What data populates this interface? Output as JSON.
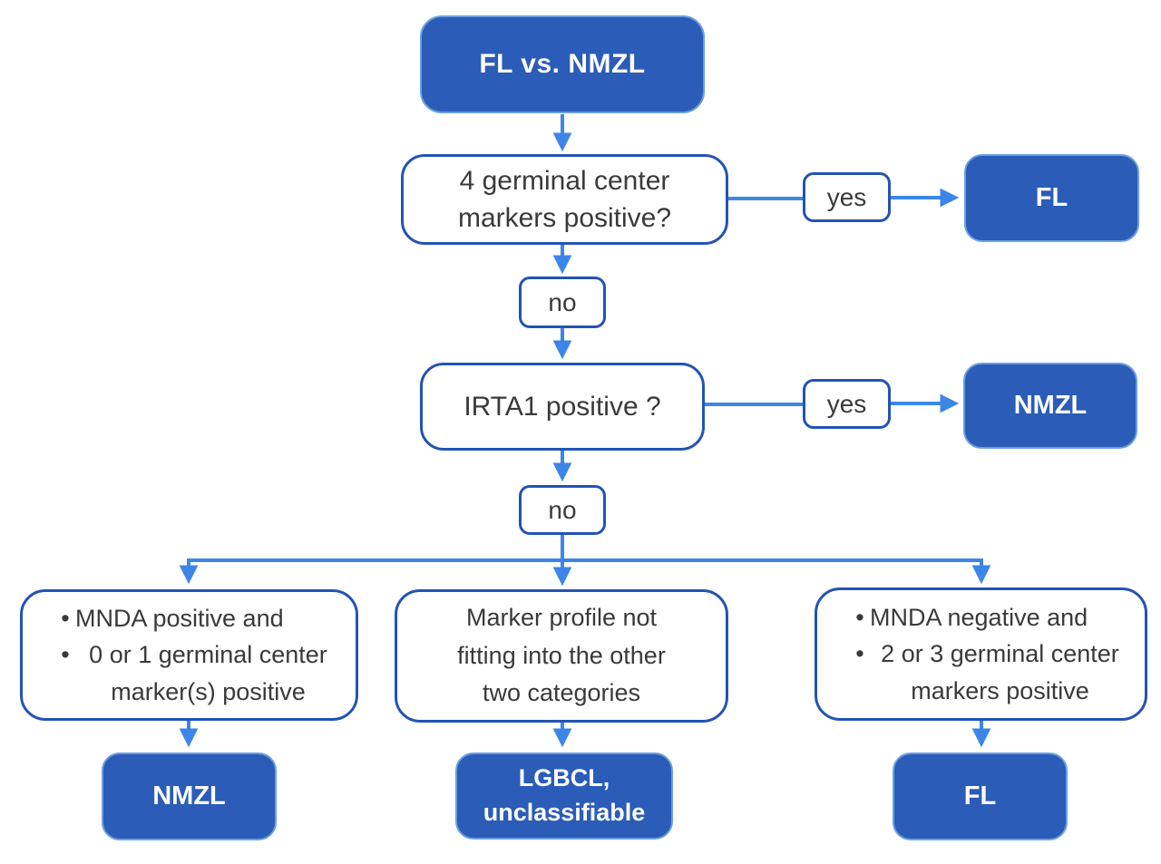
{
  "colors": {
    "fill_blue": "#2b5cb8",
    "border_blue": "#2353b4",
    "arrow_blue": "#3d86e8",
    "text_dark": "#3a3a3a"
  },
  "bullet_char": "•",
  "nodes": {
    "root": {
      "label": "FL vs. NMZL"
    },
    "q1": {
      "text": "4 germinal center\nmarkers positive?"
    },
    "yes1": {
      "label": "yes"
    },
    "fl_top": {
      "label": "FL"
    },
    "no1": {
      "label": "no"
    },
    "q2": {
      "text": "IRTA1 positive ?"
    },
    "yes2": {
      "label": "yes"
    },
    "nmzl_top": {
      "label": "NMZL"
    },
    "no2": {
      "label": "no"
    },
    "branch_left": {
      "items": [
        "MNDA positive and",
        "0 or 1 germinal center marker(s) positive"
      ]
    },
    "branch_mid": {
      "text": "Marker profile not\nfitting into the other\ntwo categories"
    },
    "branch_right": {
      "items": [
        "MNDA negative and",
        "2 or 3 germinal center markers positive"
      ]
    },
    "nmzl_bottom": {
      "label": "NMZL"
    },
    "lgbcl": {
      "label": "LGBCL,\nunclassifiable"
    },
    "fl_bottom": {
      "label": "FL"
    }
  }
}
